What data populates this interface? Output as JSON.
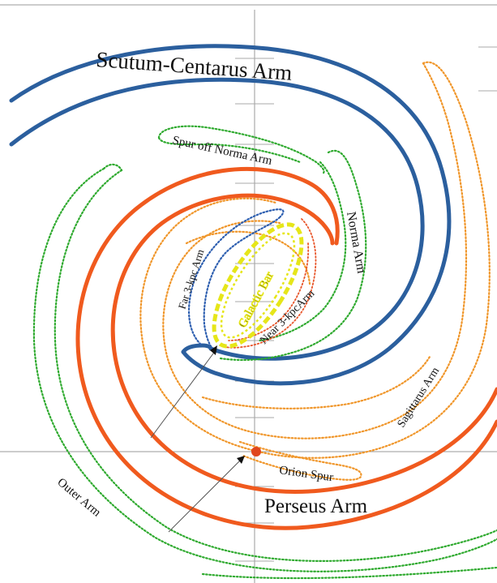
{
  "labels": {
    "scutum_centarus": "Scutum-Centarus Arm",
    "spur_off_norma": "Spur off Norma Arm",
    "norma_arm": "Norma Arm",
    "far_3kpc": "Far 3-kpc Arm",
    "galactic_bar": "Galactic Bar",
    "near_3kpc": "Near 3-kpcArm",
    "sagittarius": "Sagittarus Arm",
    "orion_spur": "Orion Spur",
    "perseus": "Perseus Arm",
    "outer_arm": "Outer Arm"
  },
  "colors": {
    "scutum_centarus": "#2b5f9e",
    "perseus": "#f05a1e",
    "inner_red": "#f05a1e",
    "outer_arm": "#2faa2f",
    "norma_dots": "#2faa2f",
    "sagittarius": "#f0962a",
    "far_3kpc": "#2e5fb0",
    "near_3kpc": "#e8552a",
    "galactic_bar": "#e6e619",
    "sun": "#e0461e"
  }
}
